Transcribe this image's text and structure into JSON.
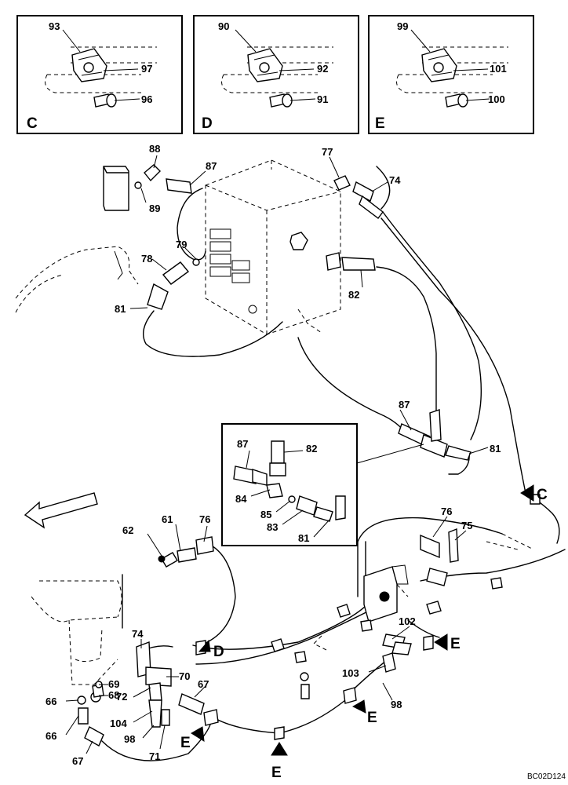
{
  "inset_views": [
    {
      "letter": "C",
      "labels": [
        "93",
        "97",
        "96"
      ]
    },
    {
      "letter": "D",
      "labels": [
        "90",
        "92",
        "91"
      ]
    },
    {
      "letter": "E",
      "labels": [
        "99",
        "101",
        "100"
      ]
    }
  ],
  "callouts": [
    "88",
    "87",
    "89",
    "77",
    "74",
    "79",
    "78",
    "81",
    "82",
    "87",
    "81",
    "87",
    "82",
    "84",
    "85",
    "83",
    "81",
    "62",
    "61",
    "76",
    "76",
    "75",
    "74",
    "69",
    "70",
    "67",
    "68",
    "72",
    "66",
    "104",
    "66",
    "98",
    "71",
    "67",
    "102",
    "103",
    "98"
  ],
  "view_markers": [
    "C",
    "D",
    "E",
    "E",
    "E",
    "E"
  ],
  "drawing_code": "BC02D124"
}
